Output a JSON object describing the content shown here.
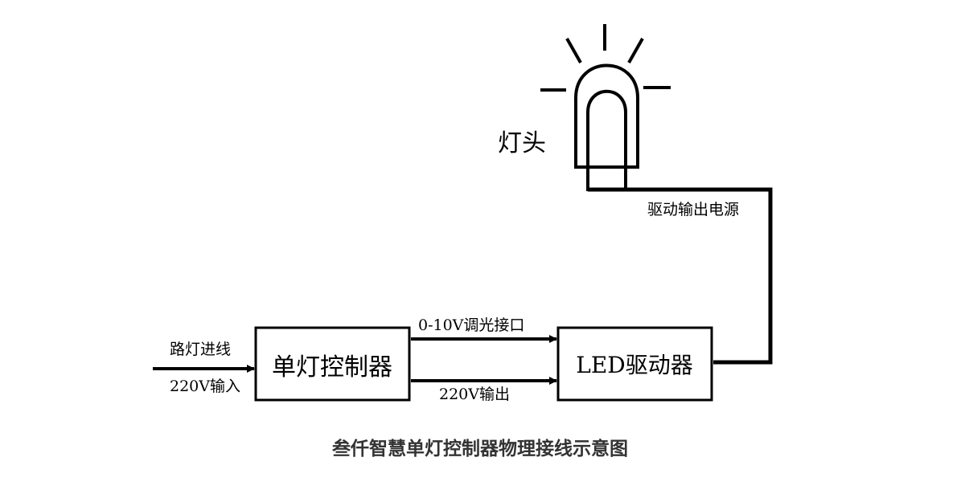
{
  "diagram": {
    "lamp_label": "灯头",
    "drive_output_label": "驱动输出电源",
    "dimming_label": "0-10V调光接口",
    "output_label": "220V输出",
    "input_top_label": "路灯进线",
    "input_bottom_label": "220V输入",
    "controller_label": "单灯控制器",
    "driver_label": "LED驱动器",
    "caption": "叁仟智慧单灯控制器物理接线示意图"
  },
  "colors": {
    "line": "#000000",
    "background": "#ffffff",
    "caption": "#333333"
  },
  "icons": [
    "lamp-bulb-icon",
    "light-ray-icon",
    "arrow-right-icon"
  ]
}
